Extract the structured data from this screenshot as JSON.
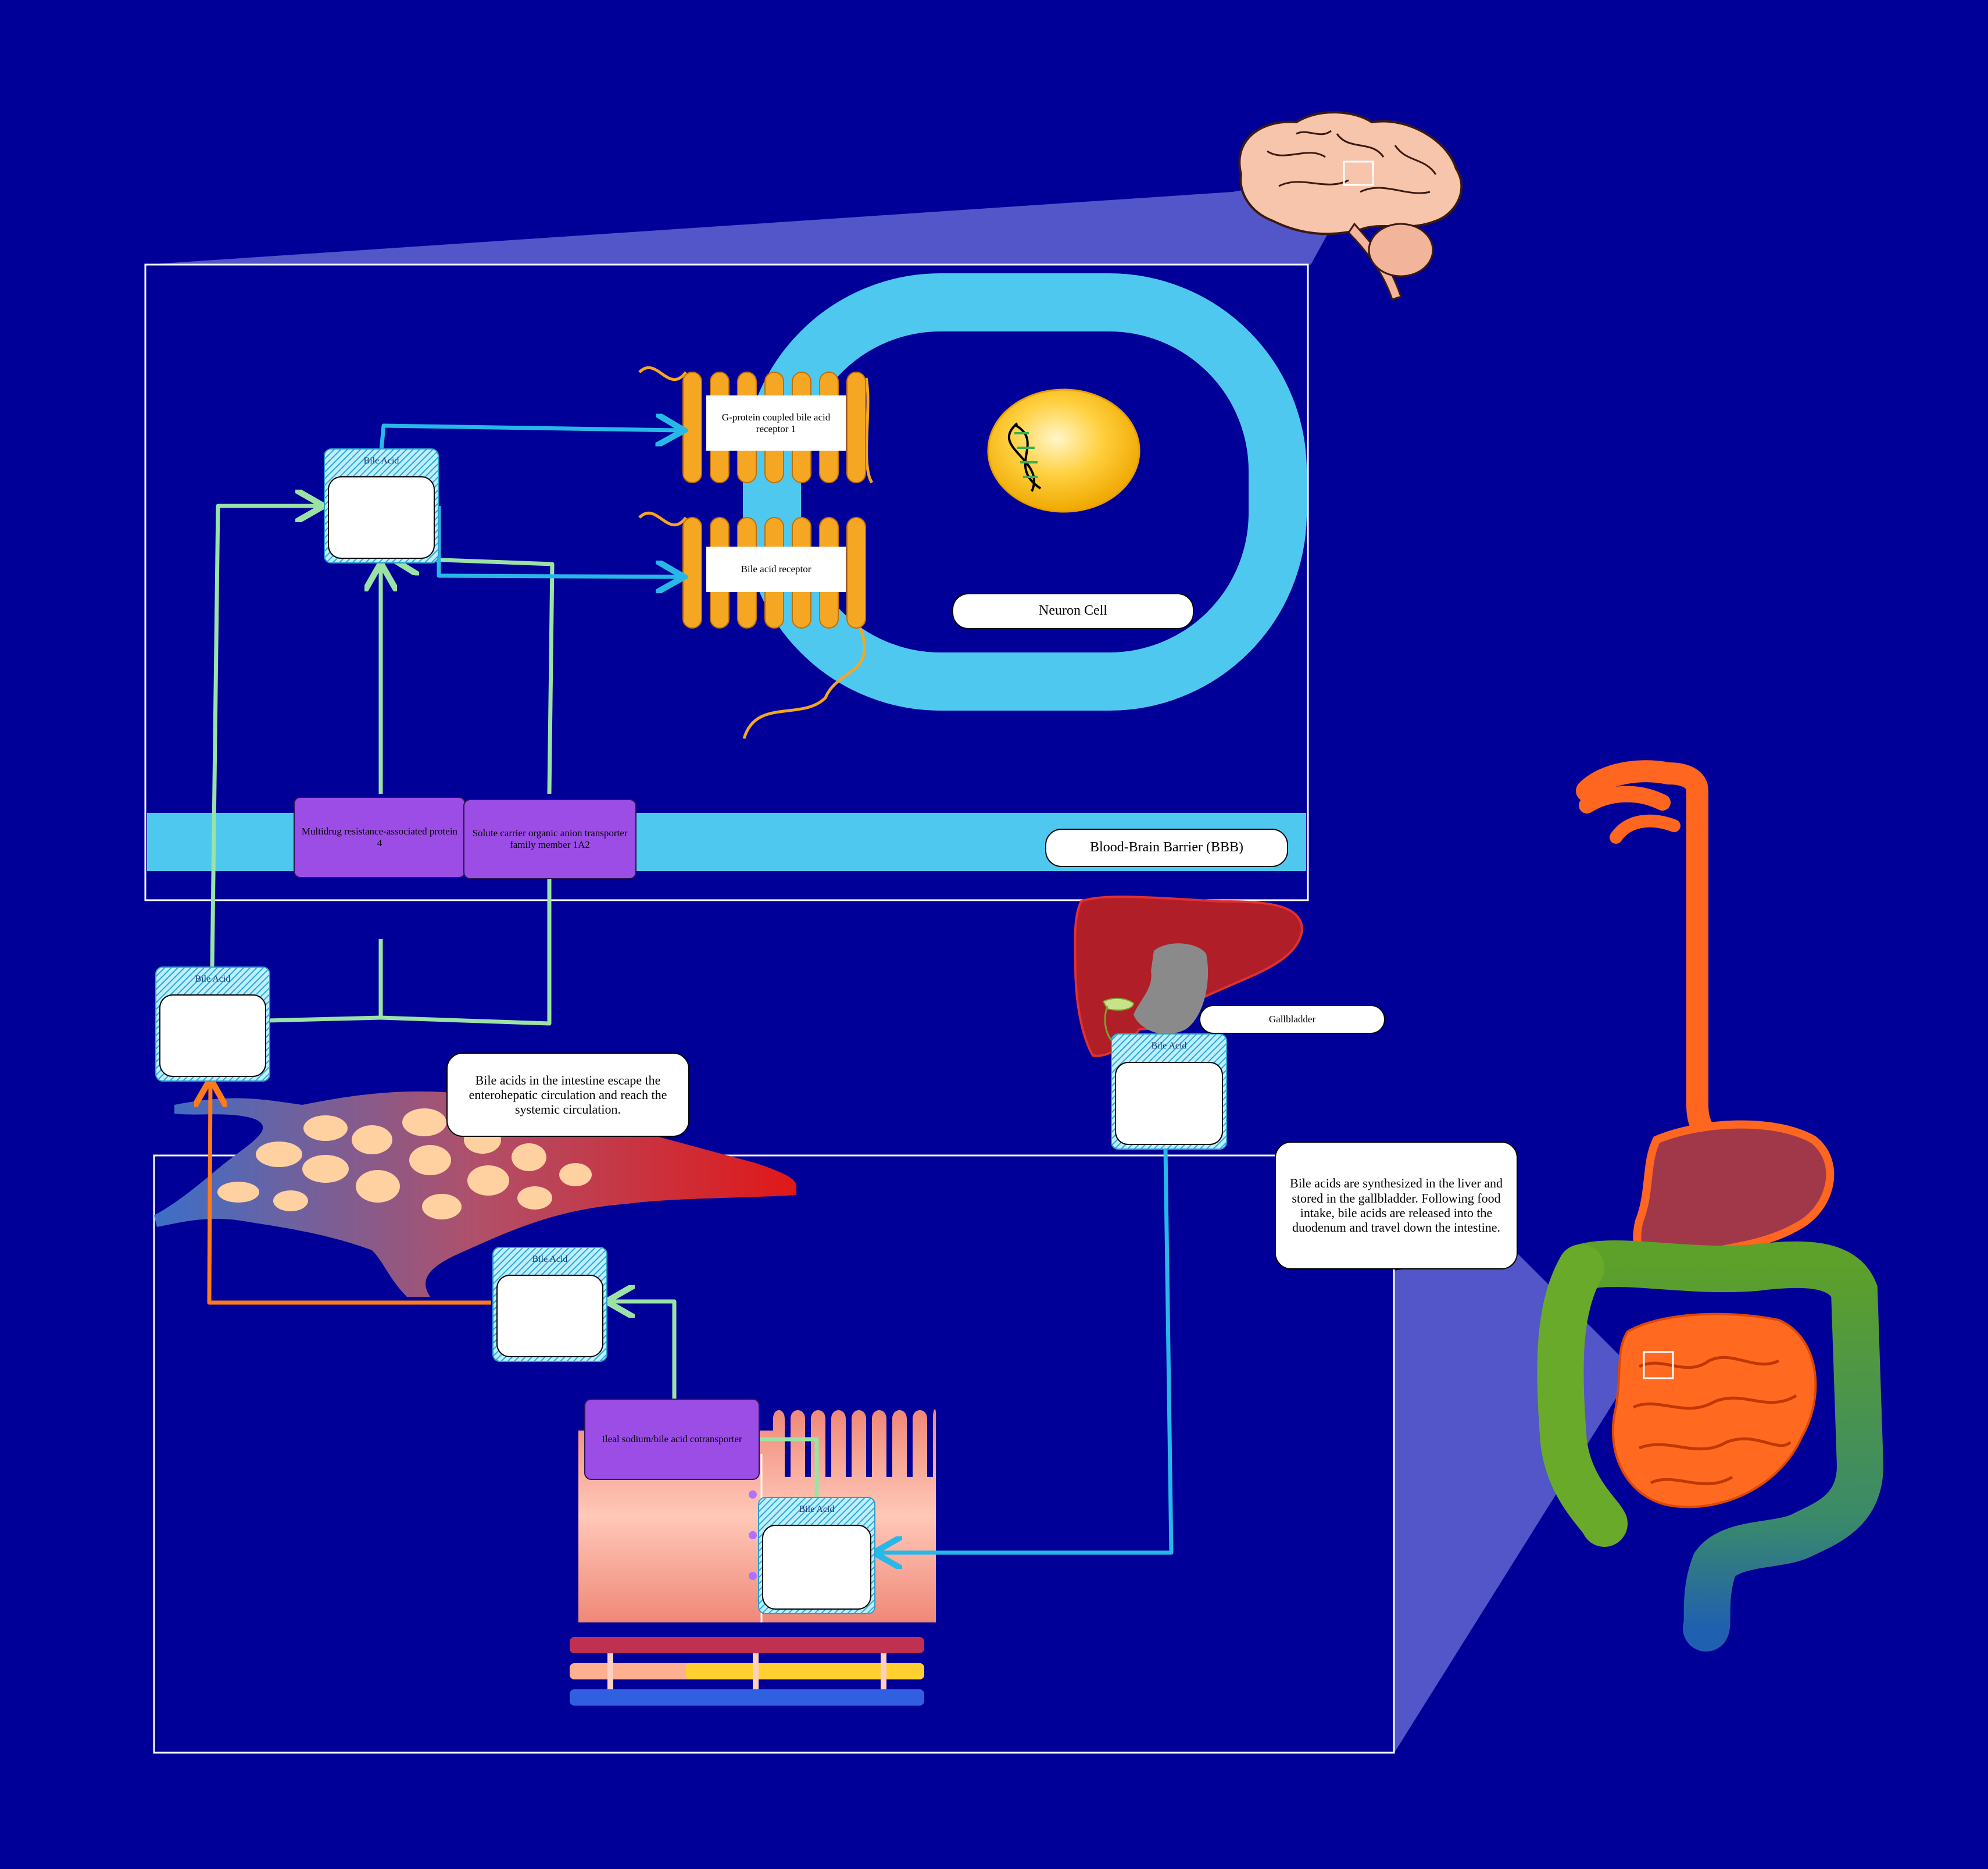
{
  "colors": {
    "background": "#000099",
    "membrane": "#4fc8f0",
    "arrow_green": "#9be3a5",
    "arrow_cyan": "#27b8e8",
    "arrow_orange": "#ff7a1a",
    "transporter": "#9b4de6",
    "receptor_orange": "#f5a623"
  },
  "labels": {
    "bile_acid": "Bile Acid",
    "neuron_cell": "Neuron Cell",
    "bbb": "Blood-Brain Barrier (BBB)",
    "gallbladder": "Gallbladder",
    "gpbar1": "G-protein coupled bile acid receptor 1",
    "fxr": "Bile acid receptor",
    "mrp4": "Multidrug resistance-associated protein 4",
    "oatp": "Solute carrier organic anion transporter family member 1A2",
    "asbt": "Ileal sodium/bile acid cotransporter"
  },
  "notes": {
    "intestine_escape": "Bile acids in the intestine escape the enterohepatic circulation and reach the systemic circulation.",
    "synthesis": "Bile acids are synthesized in the liver and stored in the gallbladder. Following food intake, bile acids are released into the duodenum and travel down the intestine."
  },
  "icons": [
    "brain-icon",
    "liver-icon",
    "gallbladder-icon",
    "digestive-tract-icon",
    "nucleus-icon",
    "dna-icon",
    "blood-vessel-network-icon",
    "intestinal-villi-icon"
  ]
}
